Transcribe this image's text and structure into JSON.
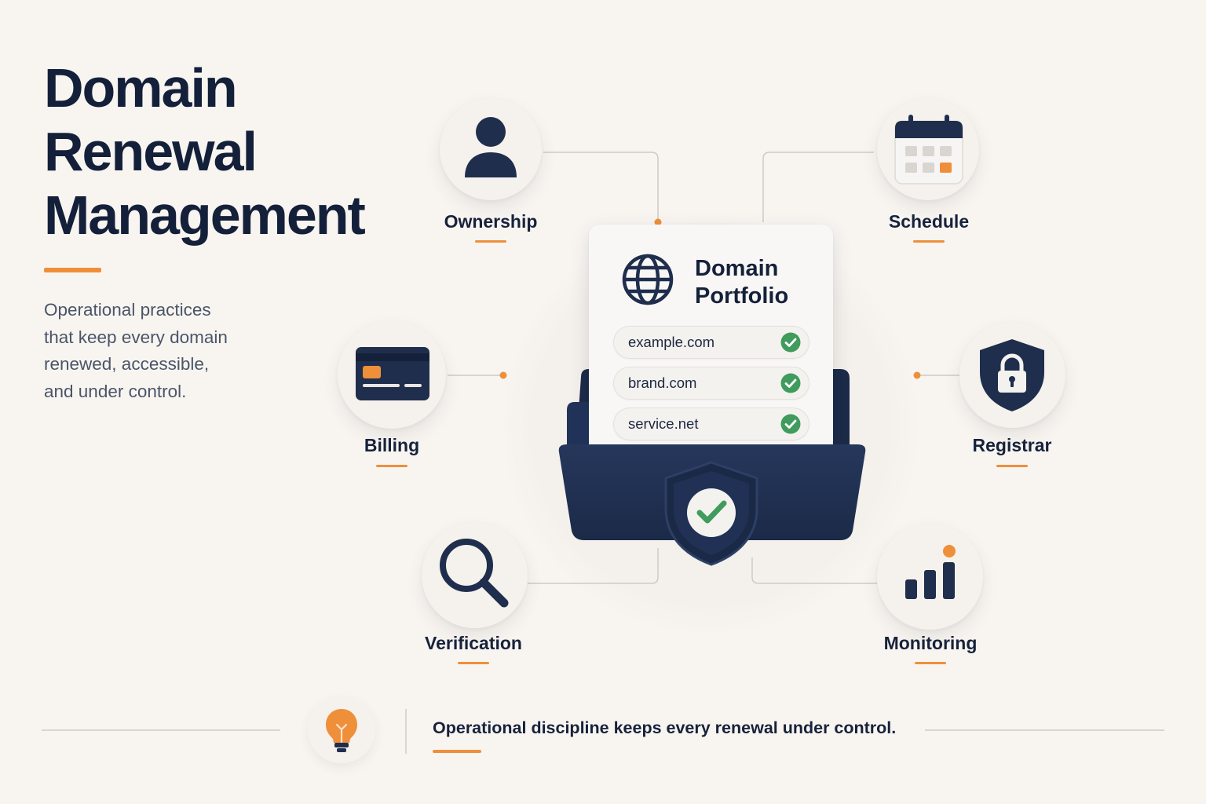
{
  "title": {
    "line1": "Domain",
    "line2": "Renewal",
    "line3": "Management"
  },
  "subtitle": {
    "line1": "Operational practices",
    "line2": "that keep every domain",
    "line3": "renewed, accessible,",
    "line4": "and under control."
  },
  "nodes": {
    "ownership": {
      "label": "Ownership",
      "icon": "person-icon"
    },
    "schedule": {
      "label": "Schedule",
      "icon": "calendar-icon"
    },
    "billing": {
      "label": "Billing",
      "icon": "credit-card-icon"
    },
    "registrar": {
      "label": "Registrar",
      "icon": "shield-lock-icon"
    },
    "verification": {
      "label": "Verification",
      "icon": "magnifier-icon"
    },
    "monitoring": {
      "label": "Monitoring",
      "icon": "bar-chart-icon"
    }
  },
  "card": {
    "title_line1": "Domain",
    "title_line2": "Portfolio",
    "icon": "globe-icon",
    "domains": [
      "example.com",
      "brand.com",
      "service.net"
    ]
  },
  "footer": {
    "text": "Operational discipline keeps every renewal under control.",
    "icon": "lightbulb-icon"
  },
  "colors": {
    "navy": "#1f2e4d",
    "orange": "#ef8f3a",
    "green": "#3f9c5c",
    "background": "#f8f5f1"
  }
}
